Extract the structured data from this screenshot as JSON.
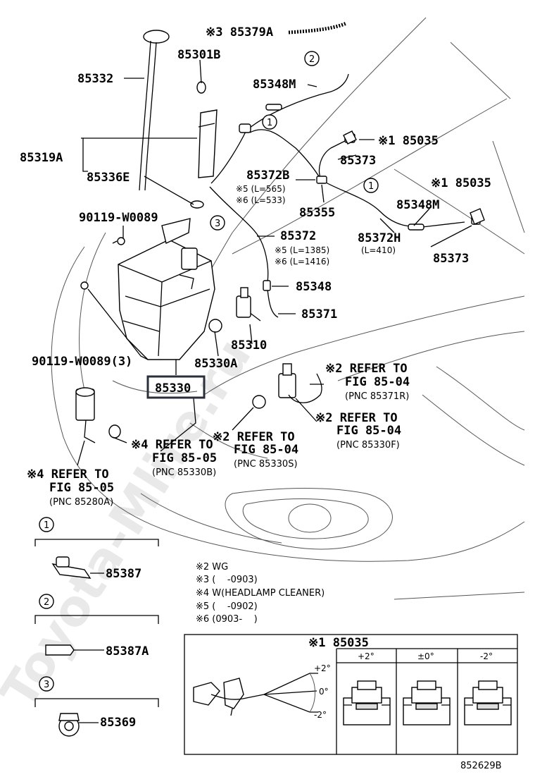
{
  "watermark": "Toyota-Mlire.ru",
  "callouts": {
    "c85379A": "※3 85379A",
    "c85301B": "85301B",
    "c85332": "85332",
    "c85348M_a": "85348M",
    "c85035_a": "※1 85035",
    "c85319A": "85319A",
    "c85373_a": "85373",
    "c85336E": "85336E",
    "c85372B": "85372B",
    "c85372B_l1": "※5 (L=565)",
    "c85372B_l2": "※6 (L=533)",
    "c85035_b": "※1 85035",
    "c85348M_b": "85348M",
    "c90119a": "90119-W0089",
    "c85355": "85355",
    "c85372H": "85372H",
    "c85372H_l": "(L=410)",
    "c85372": "85372",
    "c85372_l1": "※5 (L=1385)",
    "c85372_l2": "※6 (L=1416)",
    "c85373_b": "85373",
    "c85348": "85348",
    "c85371": "85371",
    "c85310": "85310",
    "c90119b": "90119-W0089(3)",
    "c85330A": "85330A",
    "c85330": "85330",
    "ref1_a": "※2 REFER TO",
    "ref1_b": "FIG 85-04",
    "ref1_c": "(PNC 85371R)",
    "ref2_a": "※2 REFER TO",
    "ref2_b": "FIG 85-04",
    "ref2_c": "(PNC 85330F)",
    "ref3_a": "※4 REFER TO",
    "ref3_b": "FIG 85-05",
    "ref3_c": "(PNC 85330B)",
    "ref4_a": "※2 REFER TO",
    "ref4_b": "FIG 85-04",
    "ref4_c": "(PNC 85330S)",
    "ref5_a": "※4 REFER TO",
    "ref5_b": "FIG 85-05",
    "ref5_c": "(PNC 85280A)"
  },
  "circle_refs": {
    "n1": "1",
    "n2": "2",
    "n3": "3"
  },
  "legend_parts": {
    "p1_num": "1",
    "p1_part": "85387",
    "p2_num": "2",
    "p2_part": "85387A",
    "p3_num": "3",
    "p3_part": "85369"
  },
  "notes": {
    "n2": "※2 WG",
    "n3": "※3 (    -0903)",
    "n4": "※4 W(HEADLAMP CLEANER)",
    "n5": "※5 (    -0902)",
    "n6": "※6 (0903-    )"
  },
  "detail_box": {
    "title": "※1 85035",
    "col1": "+2°",
    "col2": "±0°",
    "col3": "-2°",
    "angle_top": "+2°",
    "angle_mid": "0°",
    "angle_bot": "-2°"
  },
  "figure_code": "852629B"
}
